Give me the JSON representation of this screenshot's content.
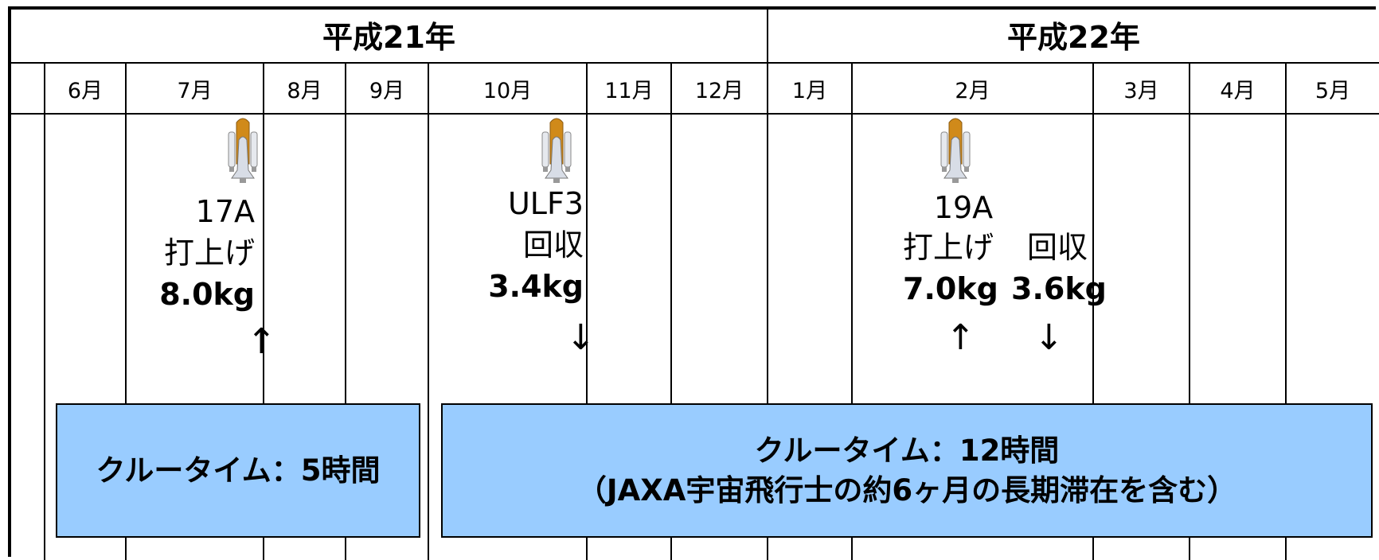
{
  "years": [
    {
      "label": "平成21年"
    },
    {
      "label": "平成22年"
    }
  ],
  "months": [
    "6月",
    "7月",
    "8月",
    "9月",
    "10月",
    "11月",
    "12月",
    "1月",
    "2月",
    "3月",
    "4月",
    "5月"
  ],
  "events": [
    {
      "mission": "17A",
      "action": "打上げ",
      "weight": "8.0kg",
      "arrow": "↑"
    },
    {
      "mission": "ULF3",
      "action": "回収",
      "weight": "3.4kg",
      "arrow": "↓"
    },
    {
      "mission": "19A",
      "action": "打上げ",
      "action2": "回収",
      "weight": "7.0kg",
      "weight2": "3.6kg",
      "arrow": "↑",
      "arrow2": "↓"
    }
  ],
  "crew_time": [
    {
      "line1": "クルータイム：5時間"
    },
    {
      "line1": "クルータイム：12時間",
      "line2": "（JAXA宇宙飛行士の約6ヶ月の長期滞在を含む）"
    }
  ],
  "colors": {
    "crew_box": "#99ccff",
    "rocket_tank": "#d08a1a",
    "rocket_body": "#d8dde6"
  }
}
